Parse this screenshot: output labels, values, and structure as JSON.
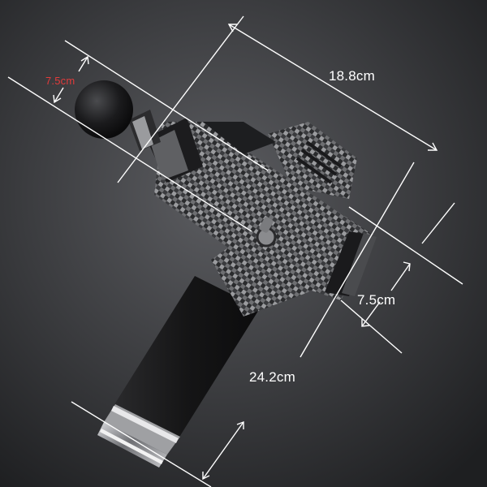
{
  "measurements": {
    "width_label": "18.8cm",
    "head_label": "7.5cm",
    "depth_label": "7.5cm",
    "height_label": "24.2cm"
  },
  "colors": {
    "background": "#2f3033",
    "line": "#ffffff",
    "head_label": "#e23b3b",
    "grip": "#141414",
    "carbon_light": "#8c8d90",
    "carbon_dark": "#2b2c2e"
  }
}
